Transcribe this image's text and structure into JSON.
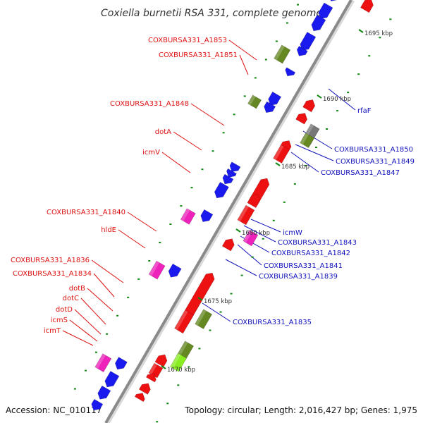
{
  "title": "Coxiella burnetii RSA 331, complete genome",
  "accession_text": "Accession: NC_010117",
  "summary_text": "Topology: circular; Length: 2,016,427 bp; Genes: 1,975",
  "colors": {
    "forward_label": "#dd1111",
    "reverse_label": "#1111bb",
    "backbone": "#8a8a8a",
    "gene_red": "#ee1111",
    "gene_blue": "#1a1aee",
    "gene_pink": "#ee22bb",
    "gene_olive": "#668822",
    "gene_gray": "#777777",
    "gene_green": "#88ee22",
    "gene_orange": "#ff9900",
    "tick_green": "#118811"
  },
  "ticks": [
    "1695 kbp",
    "1690 kbp",
    "1685 kbp",
    "1680 kbp",
    "1675 kbp",
    "1670 kbp"
  ],
  "forward_labels": [
    "COXBURSA331_A1853",
    "COXBURSA331_A1851",
    "COXBURSA331_A1848",
    "dotA",
    "icmV",
    "COXBURSA331_A1840",
    "hldE",
    "COXBURSA331_A1836",
    "COXBURSA331_A1834",
    "dotB",
    "dotC",
    "dotD",
    "icmS",
    "icmT"
  ],
  "reverse_labels": [
    "rfaF",
    "COXBURSA331_A1850",
    "COXBURSA331_A1849",
    "COXBURSA331_A1847",
    "icmW",
    "COXBURSA331_A1843",
    "COXBURSA331_A1842",
    "COXBURSA331_A1841",
    "COXBURSA331_A1839",
    "COXBURSA331_A1835"
  ]
}
